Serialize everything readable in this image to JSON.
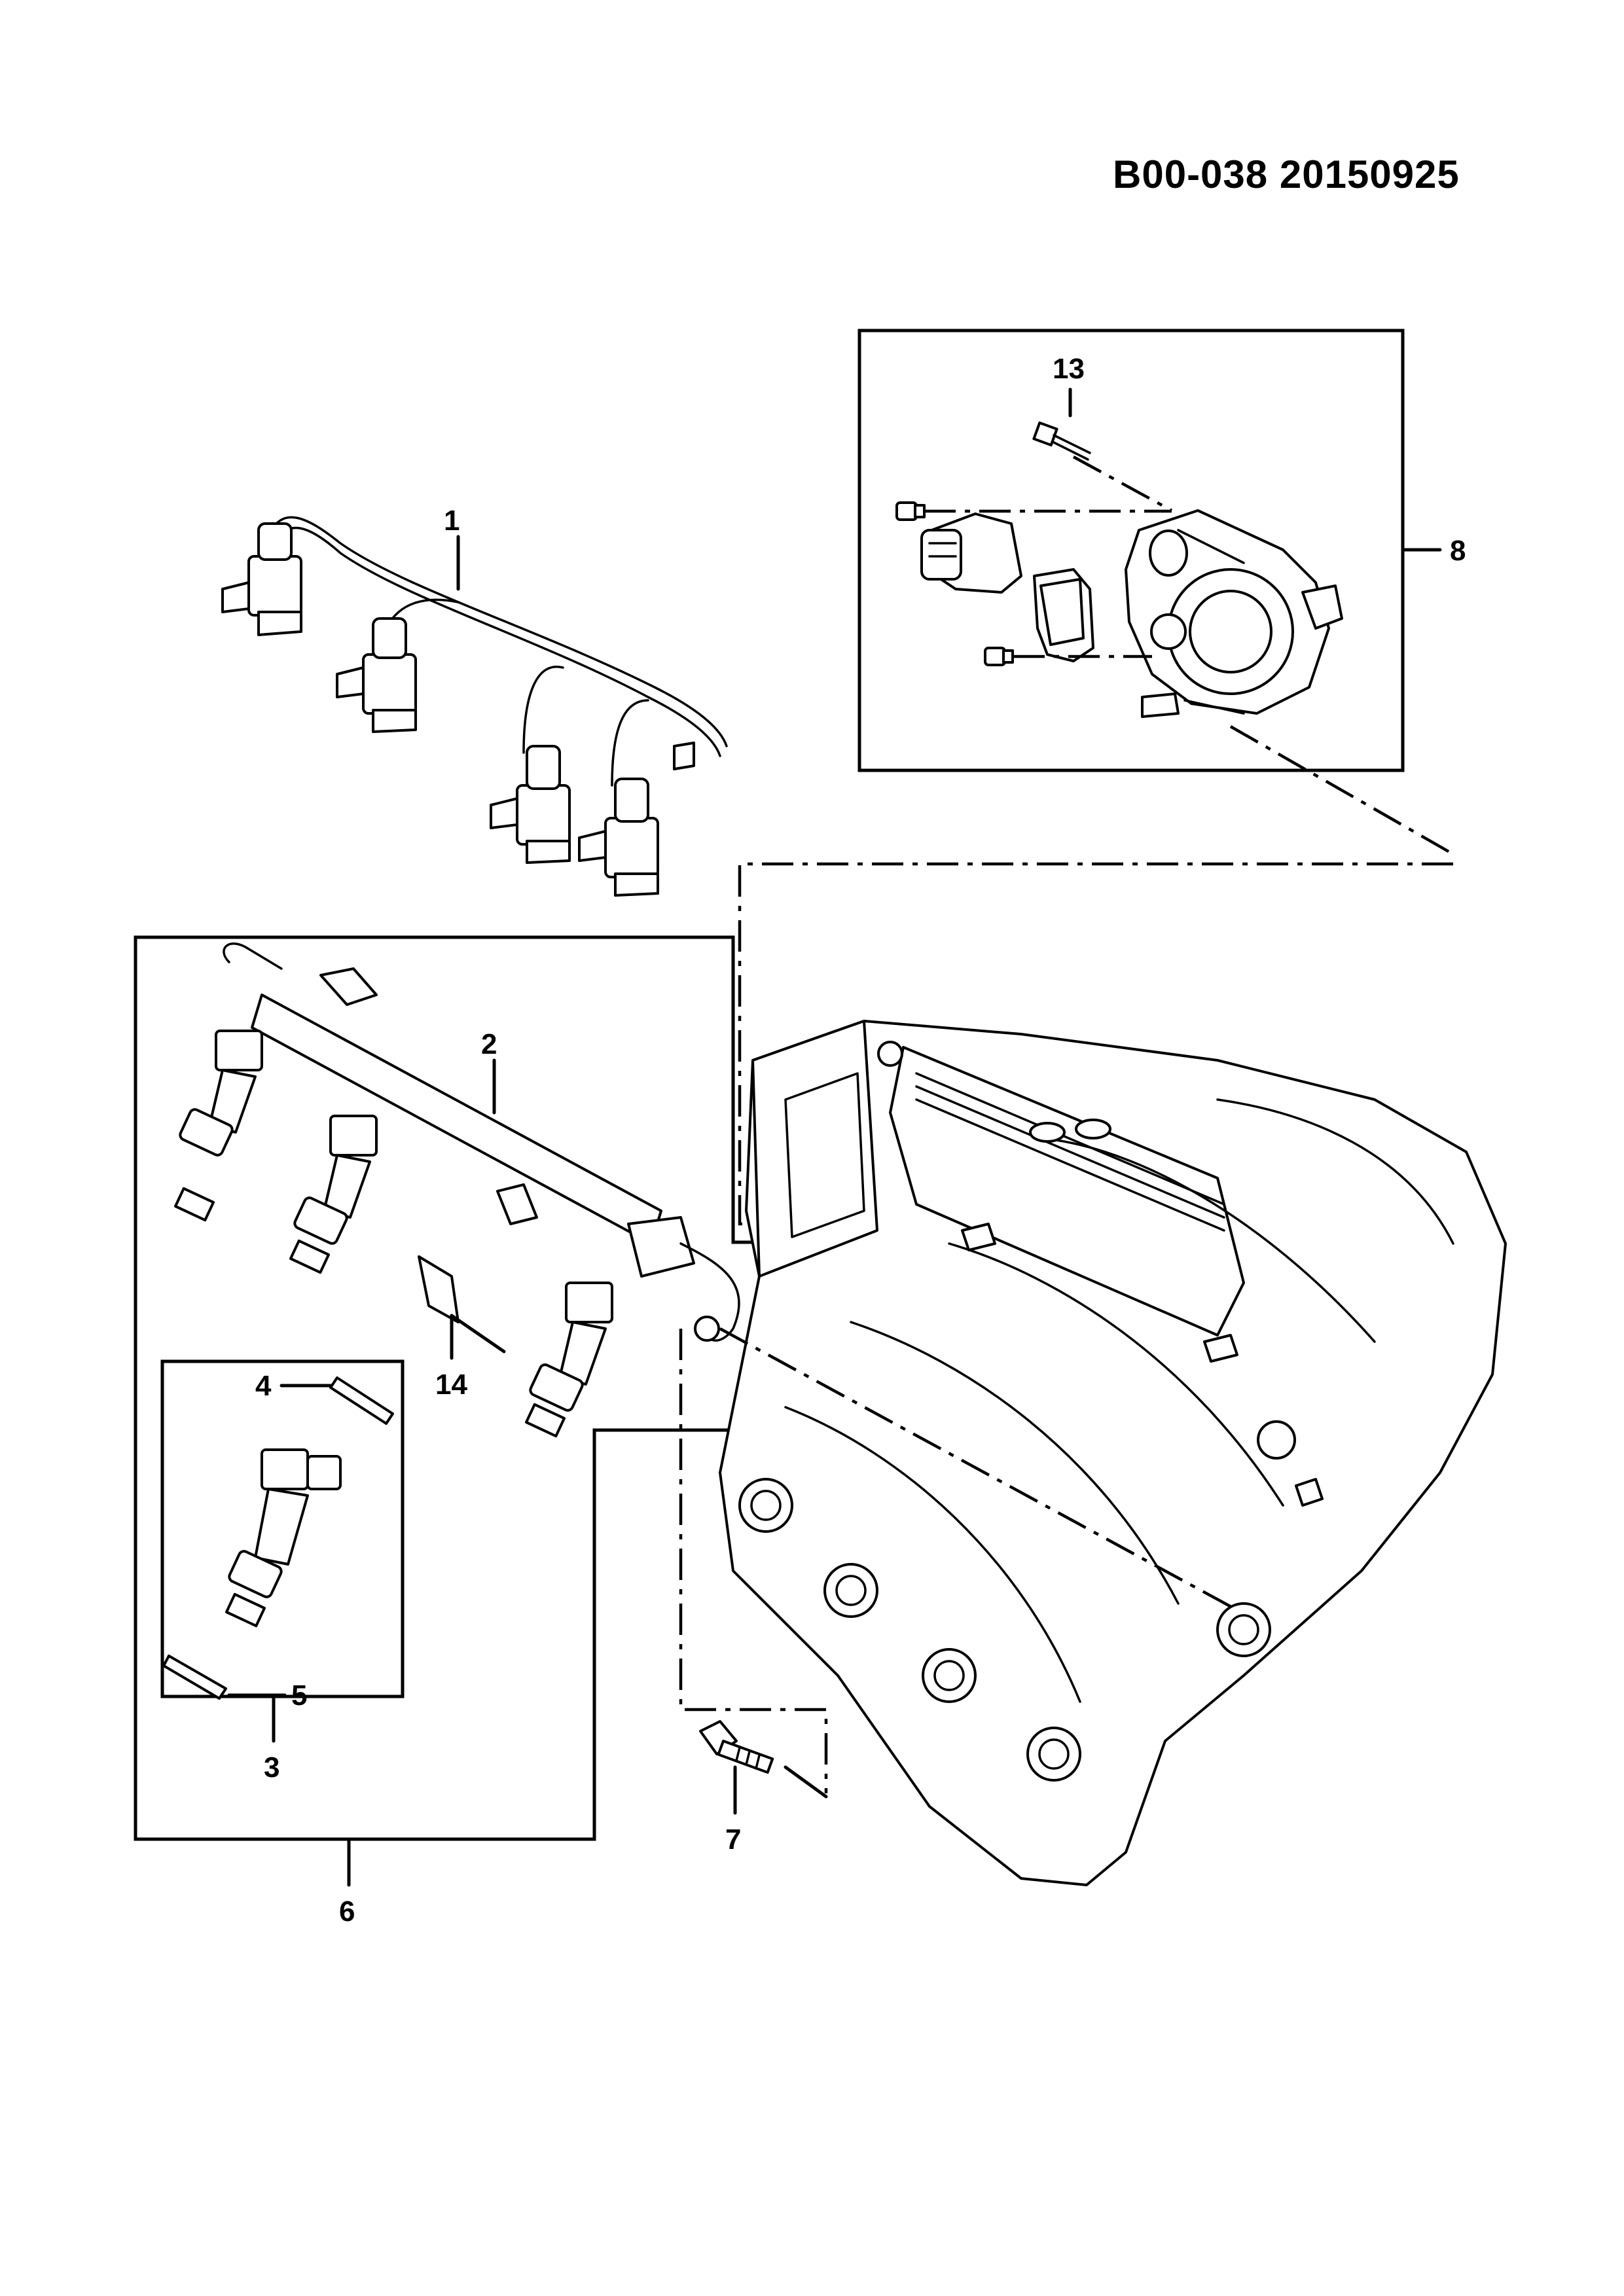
{
  "header": {
    "doc_code": "B00-038  20150925"
  },
  "callouts": [
    {
      "id": "1",
      "label": "1"
    },
    {
      "id": "2",
      "label": "2"
    },
    {
      "id": "3",
      "label": "3"
    },
    {
      "id": "4",
      "label": "4"
    },
    {
      "id": "5",
      "label": "5"
    },
    {
      "id": "6",
      "label": "6"
    },
    {
      "id": "7",
      "label": "7"
    },
    {
      "id": "8",
      "label": "8"
    },
    {
      "id": "13",
      "label": "13"
    },
    {
      "id": "14",
      "label": "14"
    }
  ]
}
